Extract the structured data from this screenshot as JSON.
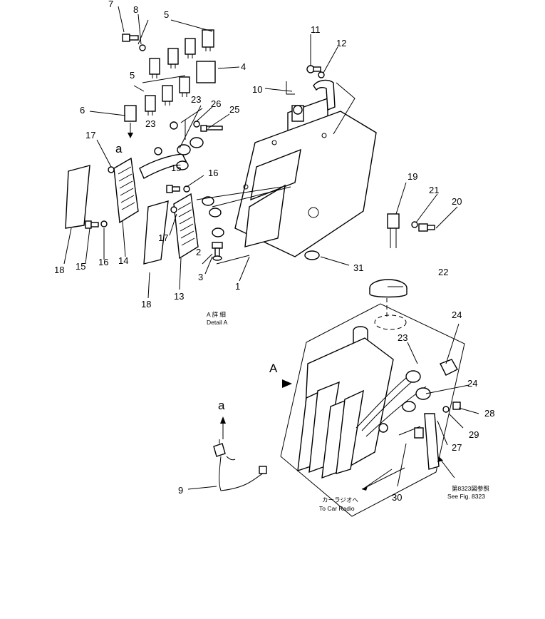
{
  "callouts": {
    "n1": "1",
    "n2": "2",
    "n3": "3",
    "n4": "4",
    "n5": "5",
    "n6": "6",
    "n7": "7",
    "n8": "8",
    "n9": "9",
    "n10": "10",
    "n11": "11",
    "n12": "12",
    "n13": "13",
    "n14": "14",
    "n15": "15",
    "n16": "16",
    "n17": "17",
    "n18": "18",
    "n19": "19",
    "n20": "20",
    "n21": "21",
    "n22": "22",
    "n23": "23",
    "n24": "24",
    "n25": "25",
    "n26": "26",
    "n27": "27",
    "n28": "28",
    "n29": "29",
    "n30": "30",
    "n31": "31"
  },
  "markers": {
    "view_a": "A",
    "arrow_a": "a"
  },
  "notes": {
    "detail_a_jp": "A 詳 細",
    "detail_a_en": "Detail A",
    "car_radio_jp": "カーラジオへ",
    "car_radio_en": "To Car Radio",
    "see_fig_jp": "第8323図参照",
    "see_fig_en": "See Fig. 8323"
  }
}
